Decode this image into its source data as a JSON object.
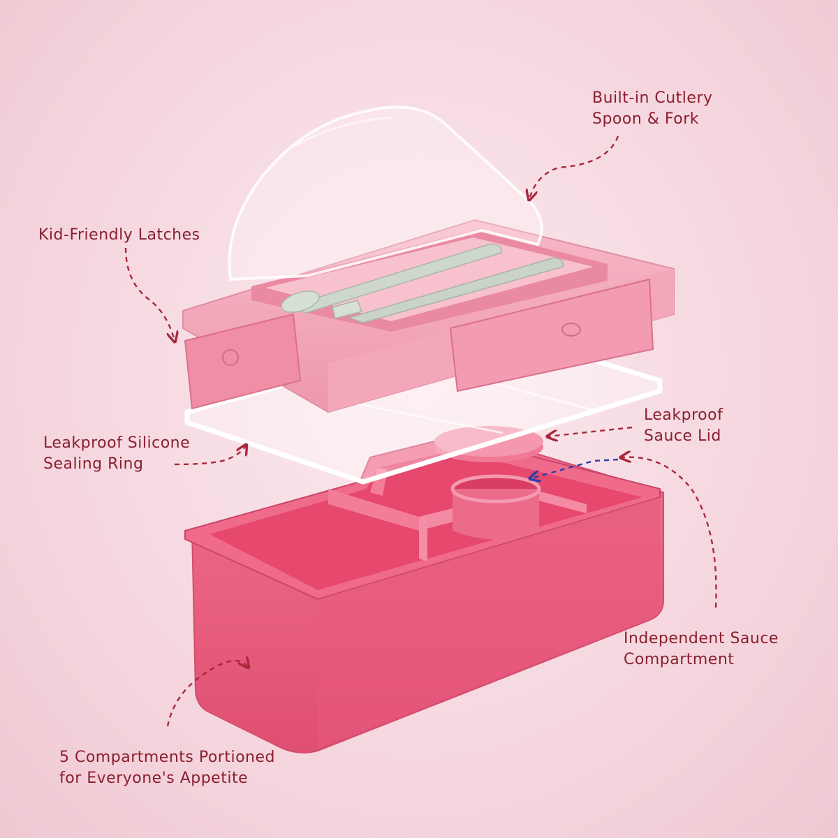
{
  "callouts": {
    "cutlery": {
      "line1": "Built-in Cutlery",
      "line2": "Spoon & Fork"
    },
    "latches": {
      "line1": "Kid-Friendly Latches"
    },
    "sealing_ring": {
      "line1": "Leakproof Silicone",
      "line2": "Sealing Ring"
    },
    "sauce_lid": {
      "line1": "Leakproof",
      "line2": "Sauce Lid"
    },
    "sauce_compartment": {
      "line1": "Independent Sauce",
      "line2": "Compartment"
    },
    "compartments": {
      "line1": "5 Compartments Portioned",
      "line2": "for Everyone's Appetite"
    }
  },
  "colors": {
    "background": "#f7dde4",
    "label_text": "#8a1f2e",
    "arrow_red": "#a8283a",
    "arrow_blue": "#2a3fa8",
    "lid_pink": "#f2a6b8",
    "base_pink": "#ec5f80",
    "cutlery_green": "#c9d3c8"
  }
}
